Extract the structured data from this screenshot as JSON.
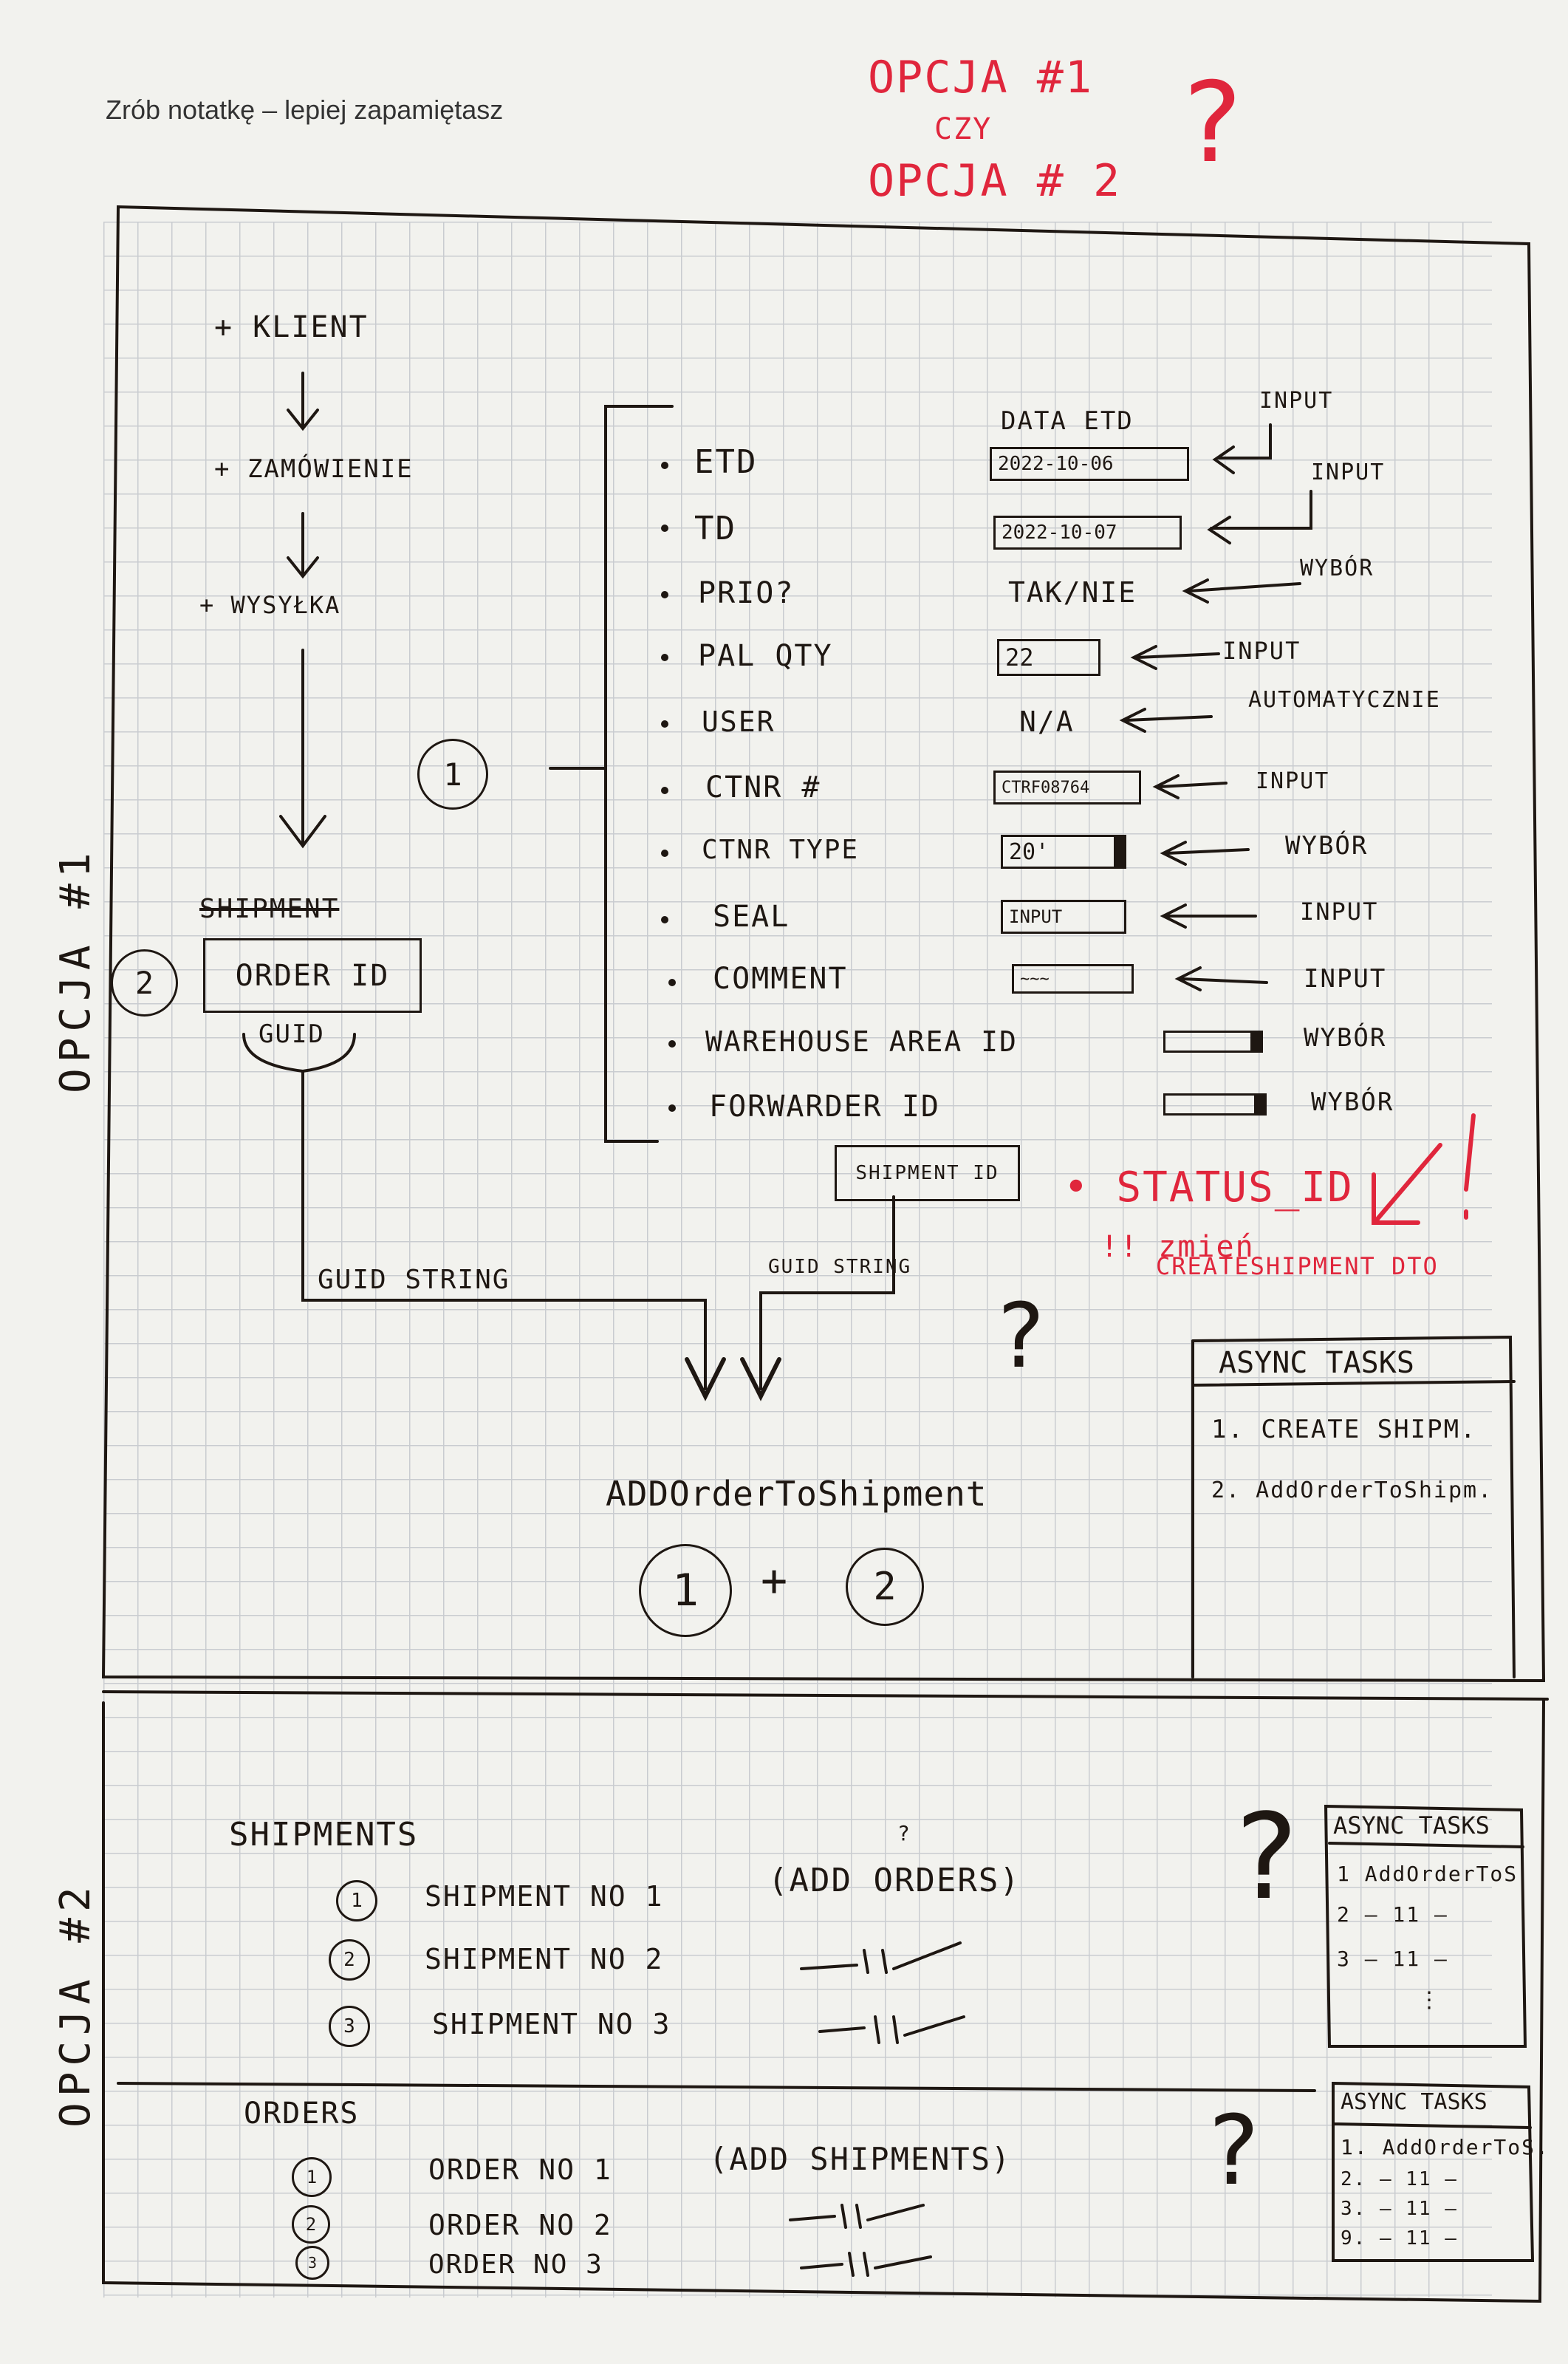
{
  "header": {
    "printed_note": "Zrób notatkę – lepiej zapamiętasz",
    "question": {
      "line1": "OPCJA #1",
      "line2": "CZY",
      "line3": "OPCJA # 2",
      "mark": "?"
    }
  },
  "option1": {
    "side_label": "OPCJA #1",
    "flow": [
      "+ KLIENT",
      "+ ZAMÓWIENIE",
      "+ WYSYŁKA"
    ],
    "struck_word": "SHIPMENT",
    "group_marker": "1",
    "order_marker": "2",
    "order_box": "ORDER ID",
    "guid_label": "GUID",
    "guid_string_left": "GUID STRING",
    "guid_string_right": "GUID STRING",
    "shipment_id_box": "SHIPMENT ID",
    "date_header": "DATA ETD",
    "fields": [
      {
        "name": "ETD",
        "value": "2022-10-06",
        "source": "INPUT"
      },
      {
        "name": "TD",
        "value": "2022-10-07",
        "source": "INPUT"
      },
      {
        "name": "PRIO?",
        "value": "TAK/NIE",
        "source": "WYBÓR"
      },
      {
        "name": "PAL QTY",
        "value": "22",
        "source": "INPUT"
      },
      {
        "name": "USER",
        "value": "N/A",
        "source": "AUTOMATYCZNIE"
      },
      {
        "name": "CTNR #",
        "value": "CTRF08764",
        "source": "INPUT"
      },
      {
        "name": "CTNR TYPE",
        "value": "20'",
        "source": "WYBÓR"
      },
      {
        "name": "SEAL",
        "value": "INPUT",
        "source": "INPUT"
      },
      {
        "name": "COMMENT",
        "value": "~~~",
        "source": "INPUT"
      },
      {
        "name": "WAREHOUSE AREA ID",
        "value": "",
        "source": "WYBÓR"
      },
      {
        "name": "FORWARDER ID",
        "value": "",
        "source": "WYBÓR"
      }
    ],
    "status_note": "• STATUS_ID",
    "change_note_1": "!! zmień",
    "change_note_2": "CREATESHIPMENT DTO",
    "exclaim": "!",
    "method": "ADDOrderToShipment",
    "formula": {
      "a": "1",
      "plus": "+",
      "b": "2"
    },
    "question_mark": "?",
    "async": {
      "title": "ASYNC TASKS",
      "items": [
        "1. CREATE SHIPM.",
        "2. AddOrderToShipm."
      ]
    }
  },
  "option2": {
    "side_label": "OPCJA #2",
    "shipments_title": "SHIPMENTS",
    "shipments": [
      {
        "no": "1",
        "label": "SHIPMENT NO 1",
        "action": "(ADD ORDERS)"
      },
      {
        "no": "2",
        "label": "SHIPMENT NO 2",
        "action": "— 11 —"
      },
      {
        "no": "3",
        "label": "SHIPMENT NO 3",
        "action": "— 11 —"
      }
    ],
    "shipments_question": "?",
    "shipments_small_q": "?",
    "async1": {
      "title": "ASYNC TASKS",
      "items": [
        "1 AddOrderToS",
        "2 — 11 —",
        "3 — 11 —",
        "⋮"
      ]
    },
    "orders_title": "ORDERS",
    "orders": [
      {
        "no": "1",
        "label": "ORDER NO 1",
        "action": "(ADD SHIPMENTS)"
      },
      {
        "no": "2",
        "label": "ORDER NO 2",
        "action": "— 11 —"
      },
      {
        "no": "3",
        "label": "ORDER NO 3",
        "action": "— 11 —"
      }
    ],
    "orders_question": "?",
    "async2": {
      "title": "ASYNC TASKS",
      "items": [
        "1. AddOrderToS.",
        "2. — 11 —",
        "3. — 11 —",
        "9. — 11 —"
      ]
    }
  }
}
